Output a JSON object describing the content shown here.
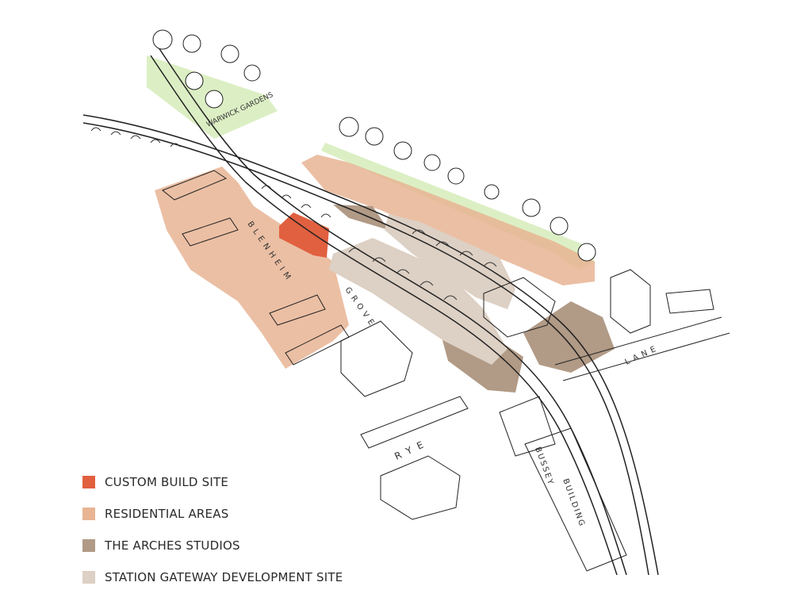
{
  "legend": [
    {
      "label": "CUSTOM BUILD SITE",
      "color": "#e1603f"
    },
    {
      "label": "RESIDENTIAL AREAS",
      "color": "#e8b494"
    },
    {
      "label": "THE ARCHES STUDIOS",
      "color": "#b19a86"
    },
    {
      "label": "STATION GATEWAY DEVELOPMENT SITE",
      "color": "#ddd0c4"
    }
  ],
  "labels": {
    "warwick_gardens": "WARWICK GARDENS",
    "blenheim": "BLENHEIM",
    "grove": "GROVE",
    "rye": "RYE",
    "lane": "LANE",
    "bussey": "BUSSEY",
    "building": "BUILDING"
  },
  "colors": {
    "park": "#dcefc4",
    "ink": "#222222"
  }
}
